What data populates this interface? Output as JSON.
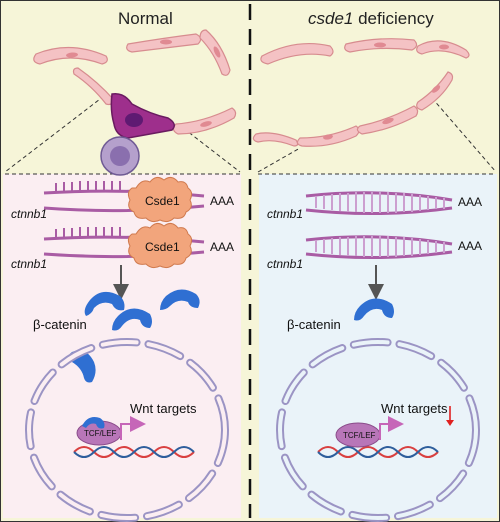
{
  "panels": {
    "left_title": "Normal",
    "right_title_italic": "csde1",
    "right_title_rest": " deficiency"
  },
  "labels": {
    "gene": "ctnnb1",
    "polya": "AAA",
    "protein": "Csde1",
    "beta_catenin": "β-catenin",
    "tcf_lef": "TCF/LEF",
    "wnt_targets": "Wnt targets"
  },
  "colors": {
    "top_bg": "#f6f5d8",
    "left_bg": "#fbeef2",
    "right_bg": "#eaf3f9",
    "cell_fill": "#f4c2c4",
    "cell_stroke": "#d78c8f",
    "mrna": "#a95ca4",
    "mrna_light": "#cc9fd0",
    "csde1": "#f2a57c",
    "beta_catenin": "#2f6fd2",
    "nucleus_stroke": "#9b94c4",
    "tcf": "#b876b8",
    "dna_red": "#d94040",
    "dna_blue": "#2e5e9c",
    "down_arrow": "#e02020"
  },
  "icons": [
    "down-arrow-icon",
    "promoter-arrow-icon",
    "decrease-arrow-icon"
  ]
}
